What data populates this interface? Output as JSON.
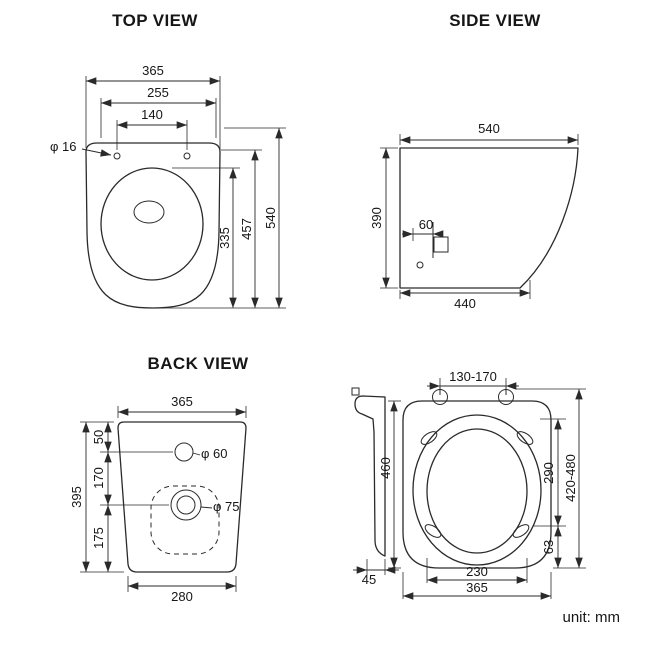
{
  "titles": {
    "top": "TOP VIEW",
    "side": "SIDE VIEW",
    "back": "BACK VIEW"
  },
  "unit": "unit: mm",
  "top": {
    "width": "365",
    "inner_width": "255",
    "hole_spacing": "140",
    "hole_diameter": "φ 16",
    "total_depth": "540",
    "rim_depth": "457",
    "bowl_depth": "335"
  },
  "side": {
    "total_depth": "540",
    "height": "390",
    "bracket_offset": "60",
    "base_depth": "440"
  },
  "back": {
    "top_width": "365",
    "inlet_offset": "50",
    "mid_spacing": "170",
    "lower_spacing": "175",
    "height": "395",
    "bottom_width": "280",
    "inlet_diameter": "φ 60",
    "outlet_diameter": "φ 75"
  },
  "seat": {
    "hinge_spacing": "130-170",
    "length": "460",
    "thickness": "45",
    "opening_length": "290",
    "hinge_range": "420-480",
    "rear_depth": "63",
    "opening_width": "230",
    "width": "365"
  }
}
